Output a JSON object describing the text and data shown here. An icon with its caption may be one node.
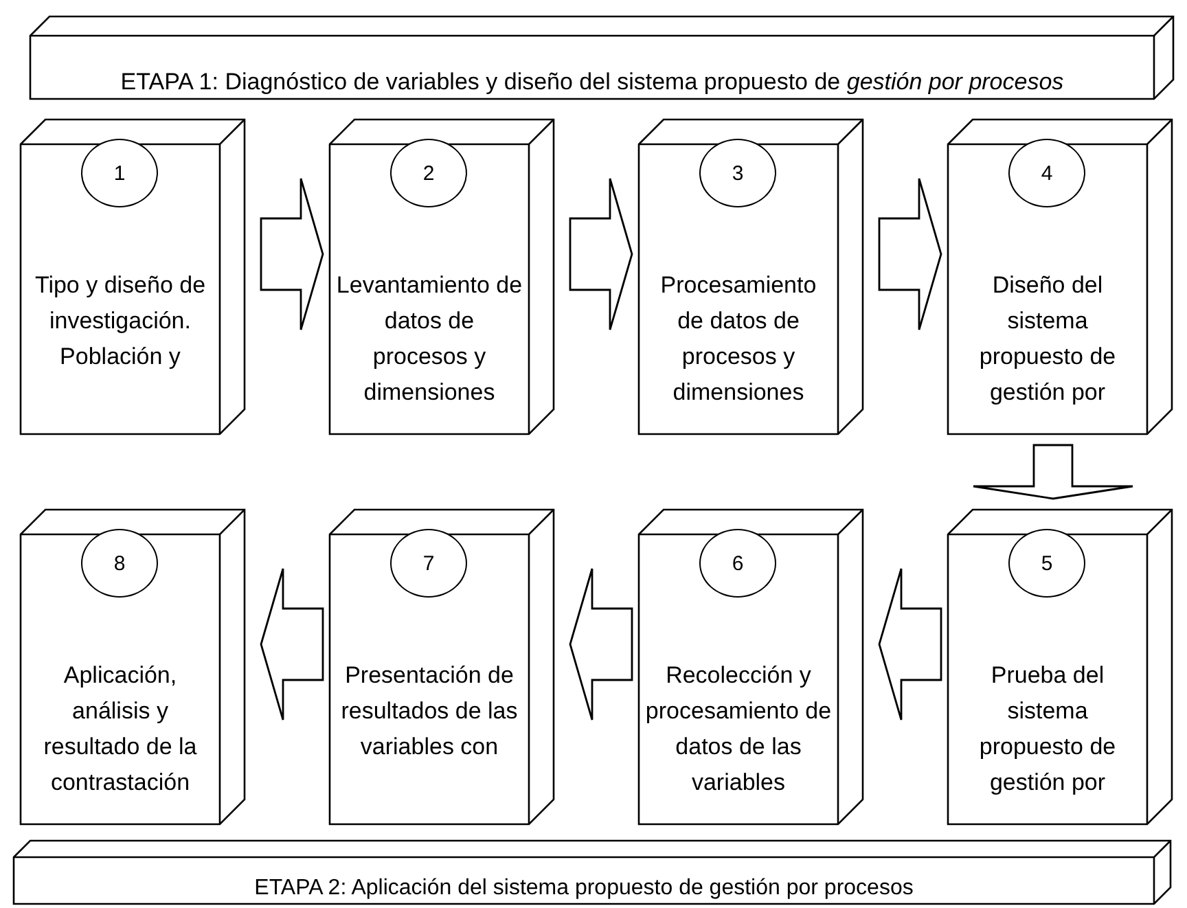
{
  "diagram": {
    "nodes": [
      {
        "text": [
          "ETAPA 1: Diagnóstico de variables y diseño del sistema propuesto de *gestión por procesos*"
        ]
      },
      {
        "text": [
          "Tipo y diseño de investigación. Población y"
        ]
      },
      {
        "text": [
          "1"
        ],
        "in": 1
      },
      {
        "text": [
          "Levantamiento de datos de procesos y dimensiones"
        ]
      },
      {
        "text": [
          "2"
        ],
        "in": 3
      },
      {
        "text": [
          "Procesamiento de datos de procesos y dimensiones"
        ]
      },
      {
        "text": [
          "3"
        ],
        "in": 5
      },
      {
        "text": [
          "Diseño del sistema propuesto de gestión por"
        ]
      },
      {
        "text": [
          "4"
        ],
        "in": 7
      },
      {
        "text": [
          "Prueba del sistema propuesto de gestión por"
        ]
      },
      {
        "text": [
          "5"
        ],
        "in": 9
      },
      {
        "text": [
          "Recolección y procesamiento de datos de las variables"
        ]
      },
      {
        "text": [
          "6"
        ],
        "in": 11
      },
      {
        "text": [
          "Presentación de resultados de las variables con"
        ]
      },
      {
        "text": [
          "7"
        ],
        "in": 13
      },
      {
        "text": [
          "Aplicación, análisis y resultado de la contrastación"
        ]
      },
      {
        "text": [
          "8"
        ],
        "in": 15
      },
      {
        "text": [
          "ETAPA 2: Aplicación del sistema propuesto de gestión por procesos"
        ]
      }
    ],
    "edges": [
      {
        "from": 1,
        "to": 3,
        "arrow": "to"
      },
      {
        "from": 3,
        "to": 5,
        "arrow": "to"
      },
      {
        "from": 5,
        "to": 7,
        "arrow": "to"
      },
      {
        "from": 7,
        "to": 9,
        "arrow": "to"
      },
      {
        "from": 9,
        "to": 11,
        "arrow": "to"
      },
      {
        "from": 11,
        "to": 13,
        "arrow": "to"
      },
      {
        "from": 13,
        "to": 15,
        "arrow": "to"
      }
    ]
  }
}
